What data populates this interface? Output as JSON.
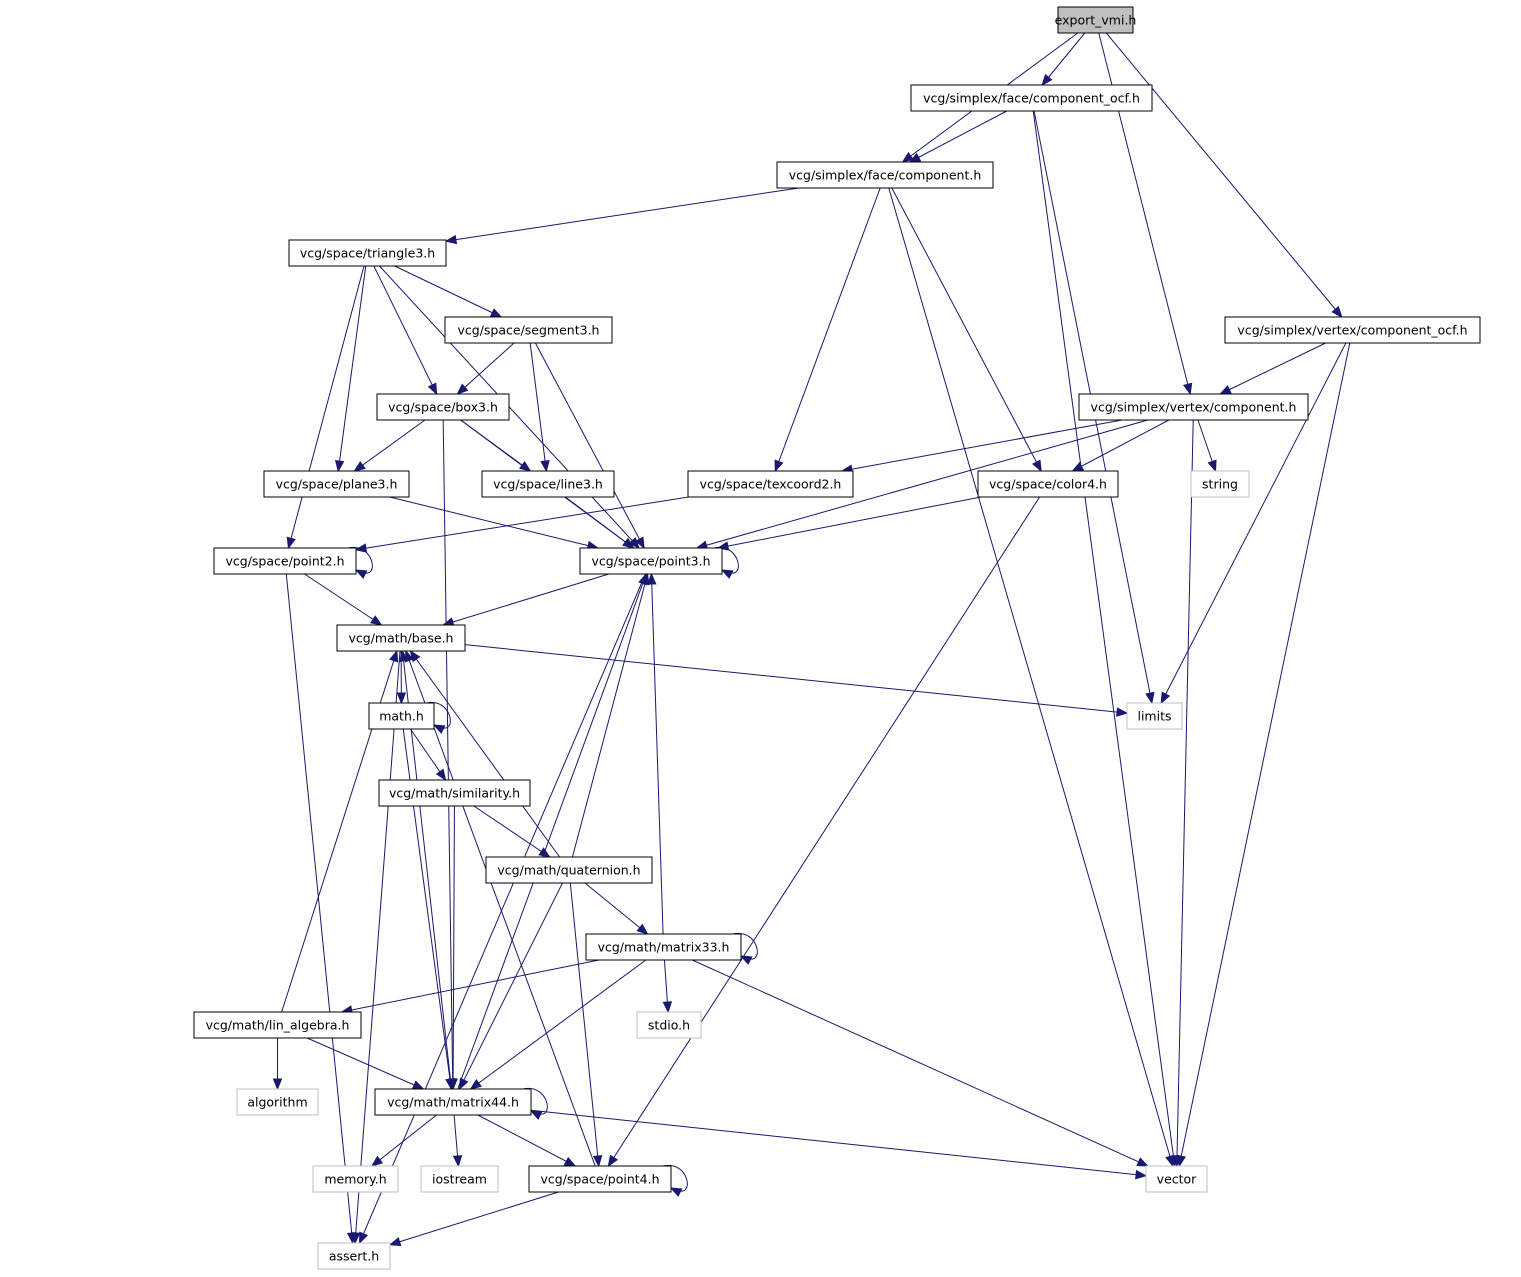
{
  "title": "export_vmi.h",
  "nodes": [
    {
      "id": "export_vmi",
      "label": "export_vmi.h",
      "kind": "current"
    },
    {
      "id": "face_ocf",
      "label": "vcg/simplex/face/component_ocf.h",
      "kind": "doc"
    },
    {
      "id": "face_comp",
      "label": "vcg/simplex/face/component.h",
      "kind": "doc"
    },
    {
      "id": "triangle3",
      "label": "vcg/space/triangle3.h",
      "kind": "doc"
    },
    {
      "id": "segment3",
      "label": "vcg/space/segment3.h",
      "kind": "doc"
    },
    {
      "id": "vertex_ocf",
      "label": "vcg/simplex/vertex/component_ocf.h",
      "kind": "doc"
    },
    {
      "id": "box3",
      "label": "vcg/space/box3.h",
      "kind": "doc"
    },
    {
      "id": "vertex_comp",
      "label": "vcg/simplex/vertex/component.h",
      "kind": "doc"
    },
    {
      "id": "plane3",
      "label": "vcg/space/plane3.h",
      "kind": "doc"
    },
    {
      "id": "line3",
      "label": "vcg/space/line3.h",
      "kind": "doc"
    },
    {
      "id": "texcoord2",
      "label": "vcg/space/texcoord2.h",
      "kind": "doc"
    },
    {
      "id": "color4",
      "label": "vcg/space/color4.h",
      "kind": "doc"
    },
    {
      "id": "string",
      "label": "string",
      "kind": "ext"
    },
    {
      "id": "point2",
      "label": "vcg/space/point2.h",
      "kind": "doc"
    },
    {
      "id": "point3",
      "label": "vcg/space/point3.h",
      "kind": "doc"
    },
    {
      "id": "base",
      "label": "vcg/math/base.h",
      "kind": "doc"
    },
    {
      "id": "math",
      "label": "math.h",
      "kind": "doc"
    },
    {
      "id": "limits",
      "label": "limits",
      "kind": "ext"
    },
    {
      "id": "similarity",
      "label": "vcg/math/similarity.h",
      "kind": "doc"
    },
    {
      "id": "quaternion",
      "label": "vcg/math/quaternion.h",
      "kind": "doc"
    },
    {
      "id": "matrix33",
      "label": "vcg/math/matrix33.h",
      "kind": "doc"
    },
    {
      "id": "lin_algebra",
      "label": "vcg/math/lin_algebra.h",
      "kind": "doc"
    },
    {
      "id": "stdio",
      "label": "stdio.h",
      "kind": "ext"
    },
    {
      "id": "algorithm",
      "label": "algorithm",
      "kind": "ext"
    },
    {
      "id": "matrix44",
      "label": "vcg/math/matrix44.h",
      "kind": "doc"
    },
    {
      "id": "memory",
      "label": "memory.h",
      "kind": "ext"
    },
    {
      "id": "iostream",
      "label": "iostream",
      "kind": "ext"
    },
    {
      "id": "point4",
      "label": "vcg/space/point4.h",
      "kind": "doc"
    },
    {
      "id": "vector",
      "label": "vector",
      "kind": "ext"
    },
    {
      "id": "assert",
      "label": "assert.h",
      "kind": "ext"
    }
  ],
  "edges": [
    [
      "export_vmi",
      "face_ocf"
    ],
    [
      "export_vmi",
      "face_comp"
    ],
    [
      "export_vmi",
      "vertex_comp"
    ],
    [
      "export_vmi",
      "vertex_ocf"
    ],
    [
      "face_ocf",
      "face_comp"
    ],
    [
      "face_ocf",
      "limits"
    ],
    [
      "face_ocf",
      "vector"
    ],
    [
      "face_comp",
      "triangle3"
    ],
    [
      "face_comp",
      "texcoord2"
    ],
    [
      "face_comp",
      "color4"
    ],
    [
      "face_comp",
      "vector"
    ],
    [
      "triangle3",
      "segment3"
    ],
    [
      "triangle3",
      "box3"
    ],
    [
      "triangle3",
      "plane3"
    ],
    [
      "triangle3",
      "point3"
    ],
    [
      "triangle3",
      "point2"
    ],
    [
      "segment3",
      "box3"
    ],
    [
      "segment3",
      "line3"
    ],
    [
      "segment3",
      "point3"
    ],
    [
      "vertex_ocf",
      "vertex_comp"
    ],
    [
      "vertex_ocf",
      "limits"
    ],
    [
      "vertex_ocf",
      "vector"
    ],
    [
      "box3",
      "plane3"
    ],
    [
      "box3",
      "line3"
    ],
    [
      "box3",
      "point3"
    ],
    [
      "box3",
      "matrix44"
    ],
    [
      "vertex_comp",
      "texcoord2"
    ],
    [
      "vertex_comp",
      "color4"
    ],
    [
      "vertex_comp",
      "string"
    ],
    [
      "vertex_comp",
      "point3"
    ],
    [
      "vertex_comp",
      "vector"
    ],
    [
      "plane3",
      "point3"
    ],
    [
      "line3",
      "point3"
    ],
    [
      "texcoord2",
      "point2"
    ],
    [
      "color4",
      "point3"
    ],
    [
      "color4",
      "point4"
    ],
    [
      "point2",
      "point2"
    ],
    [
      "point2",
      "base"
    ],
    [
      "point2",
      "assert"
    ],
    [
      "point3",
      "point3"
    ],
    [
      "point3",
      "base"
    ],
    [
      "point3",
      "assert"
    ],
    [
      "base",
      "math"
    ],
    [
      "base",
      "limits"
    ],
    [
      "base",
      "assert"
    ],
    [
      "math",
      "math"
    ],
    [
      "math",
      "similarity"
    ],
    [
      "math",
      "matrix44"
    ],
    [
      "similarity",
      "quaternion"
    ],
    [
      "similarity",
      "matrix44"
    ],
    [
      "quaternion",
      "point3"
    ],
    [
      "quaternion",
      "base"
    ],
    [
      "quaternion",
      "matrix33"
    ],
    [
      "quaternion",
      "matrix44"
    ],
    [
      "quaternion",
      "point4"
    ],
    [
      "matrix33",
      "matrix33"
    ],
    [
      "matrix33",
      "point3"
    ],
    [
      "matrix33",
      "lin_algebra"
    ],
    [
      "matrix33",
      "stdio"
    ],
    [
      "matrix33",
      "matrix44"
    ],
    [
      "matrix33",
      "vector"
    ],
    [
      "lin_algebra",
      "base"
    ],
    [
      "lin_algebra",
      "algorithm"
    ],
    [
      "lin_algebra",
      "matrix44"
    ],
    [
      "matrix44",
      "matrix44"
    ],
    [
      "matrix44",
      "base"
    ],
    [
      "matrix44",
      "point3"
    ],
    [
      "matrix44",
      "memory"
    ],
    [
      "matrix44",
      "iostream"
    ],
    [
      "matrix44",
      "point4"
    ],
    [
      "matrix44",
      "vector"
    ],
    [
      "point4",
      "point4"
    ],
    [
      "point4",
      "base"
    ],
    [
      "point4",
      "assert"
    ]
  ]
}
